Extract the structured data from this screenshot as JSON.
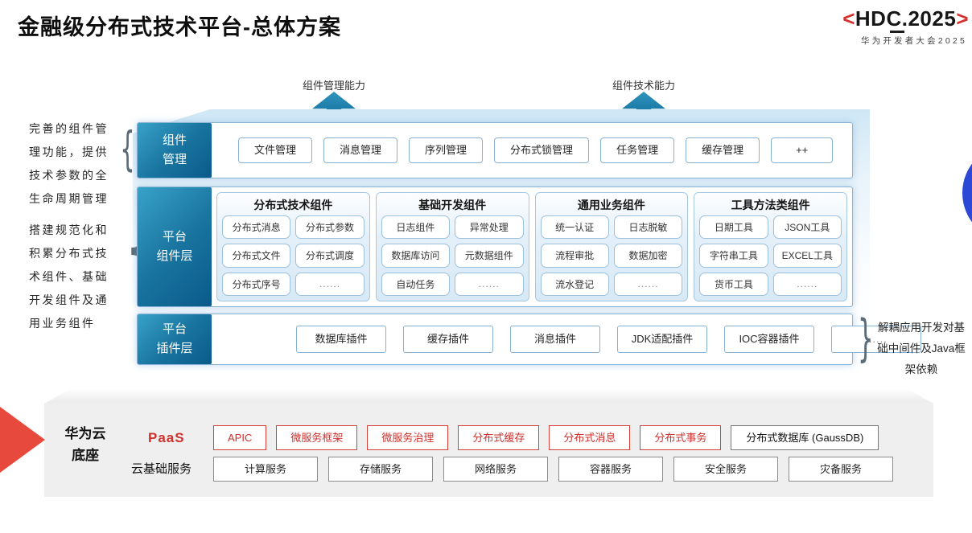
{
  "slide": {
    "title": "金融级分布式技术平台-总体方案",
    "logo": {
      "open_bracket": "<",
      "name": "HDC.2025",
      "close_bracket": ">",
      "subtitle": "华为开发者大会2025"
    },
    "capability_arrows": [
      {
        "label": "组件管理能力"
      },
      {
        "label": "组件技术能力"
      }
    ],
    "left_notes": [
      "完善的组件管理功能，提供技术参数的全生命周期管理",
      "搭建规范化和积累分布式技术组件、基础开发组件及通用业务组件"
    ],
    "right_note": "解耦应用开发对基础中间件及Java框架依赖"
  },
  "platform": {
    "component_mgmt": {
      "label": "组件\n管理",
      "items": [
        "文件管理",
        "消息管理",
        "序列管理",
        "分布式锁管理",
        "任务管理",
        "缓存管理",
        "++"
      ]
    },
    "component_layer": {
      "label": "平台\n组件层",
      "groups": [
        {
          "title": "分布式技术组件",
          "items": [
            "分布式消息",
            "分布式参数",
            "分布式文件",
            "分布式调度",
            "分布式序号",
            "......"
          ]
        },
        {
          "title": "基础开发组件",
          "items": [
            "日志组件",
            "异常处理",
            "数据库访问",
            "元数据组件",
            "自动任务",
            "......"
          ]
        },
        {
          "title": "通用业务组件",
          "items": [
            "统一认证",
            "日志脱敏",
            "流程审批",
            "数据加密",
            "流水登记",
            "......"
          ]
        },
        {
          "title": "工具方法类组件",
          "items": [
            "日期工具",
            "JSON工具",
            "字符串工具",
            "EXCEL工具",
            "货币工具",
            "......"
          ]
        }
      ]
    },
    "plugin_layer": {
      "label": "平台\n插件层",
      "items": [
        "数据库插件",
        "缓存插件",
        "消息插件",
        "JDK适配插件",
        "IOC容器插件",
        "......"
      ]
    }
  },
  "foundation": {
    "label": "华为云\n底座",
    "paas": {
      "label": "PaaS",
      "items": [
        "APIC",
        "微服务框架",
        "微服务治理",
        "分布式缓存",
        "分布式消息",
        "分布式事务"
      ],
      "db": "分布式数据库 (GaussDB)"
    },
    "cloud": {
      "label": "云基础服务",
      "items": [
        "计算服务",
        "存储服务",
        "网络服务",
        "容器服务",
        "安全服务",
        "灾备服务"
      ]
    }
  },
  "colors": {
    "label_teal": "#0a5a8a",
    "arrow_teal": "#1d7fad",
    "accent_red": "#d5403b",
    "panel_gray": "#efefef",
    "circle_blue": "#2b49d6"
  }
}
